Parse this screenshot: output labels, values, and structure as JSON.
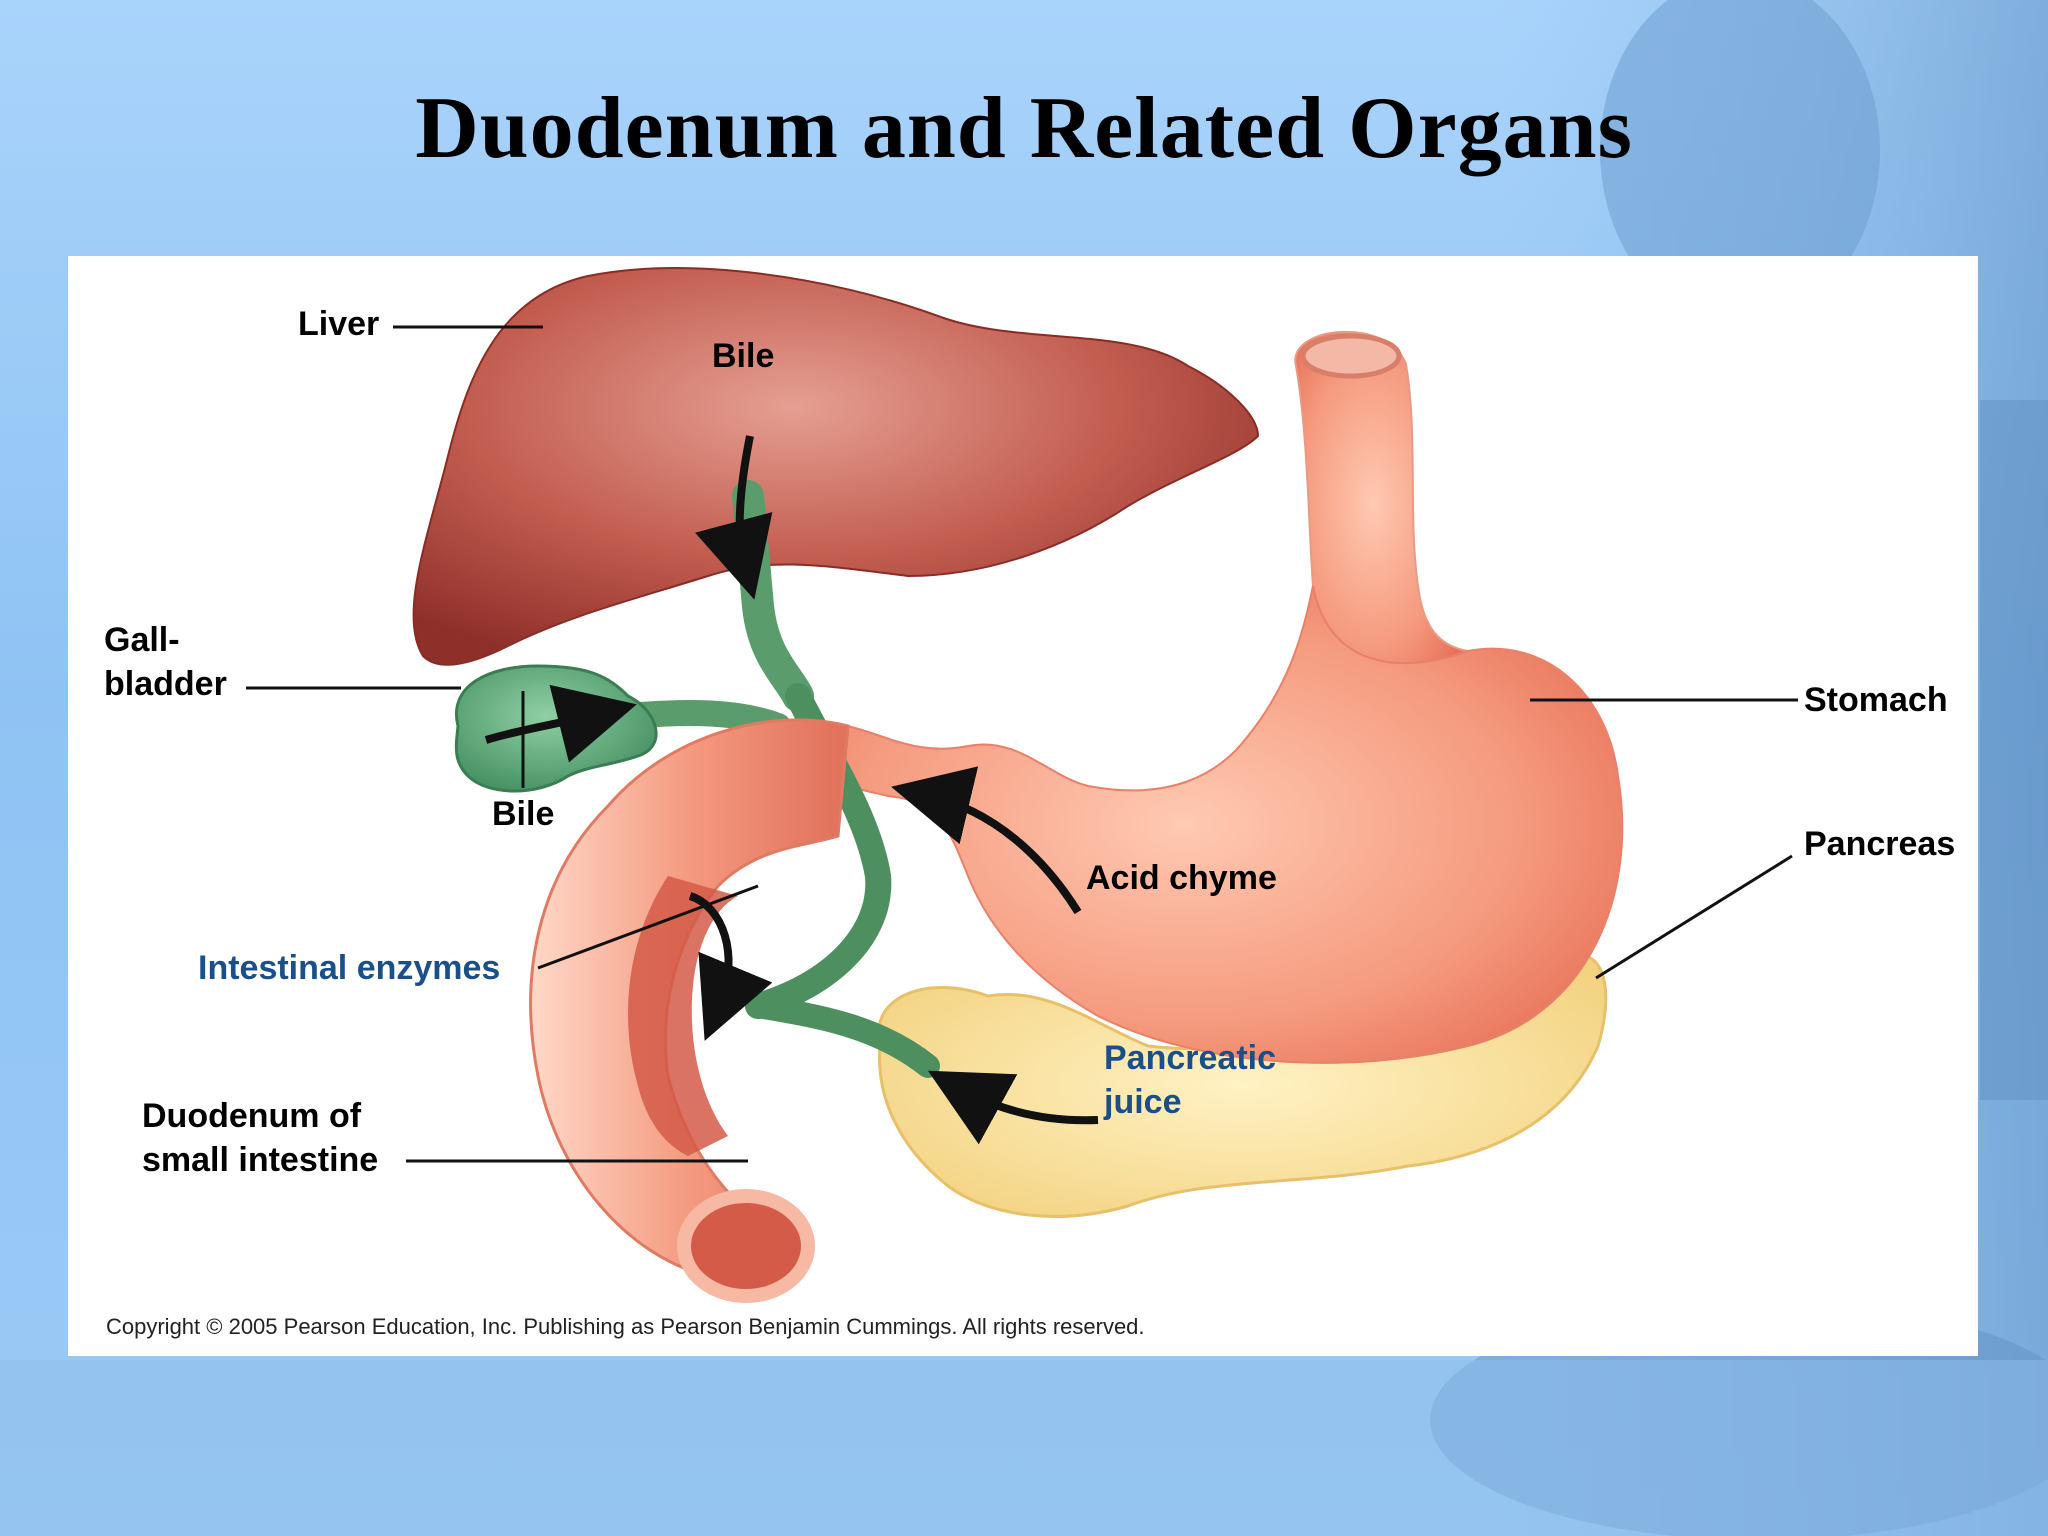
{
  "slide": {
    "title": "Duodenum and Related Organs"
  },
  "figure": {
    "labels": {
      "liver": "Liver",
      "bile_top": "Bile",
      "gallbladder_line1": "Gall-",
      "gallbladder_line2": "bladder",
      "bile_bottom": "Bile",
      "stomach": "Stomach",
      "pancreas": "Pancreas",
      "acid_chyme": "Acid chyme",
      "intestinal_enzymes": "Intestinal enzymes",
      "pancreatic_juice_line1": "Pancreatic",
      "pancreatic_juice_line2": "juice",
      "duodenum_line1": "Duodenum of",
      "duodenum_line2": "small intestine"
    },
    "copyright": "Copyright © 2005 Pearson Education, Inc. Publishing as Pearson Benjamin Cummings. All rights reserved."
  },
  "colors": {
    "background": "#9ccaf6",
    "liver": "#b5483f",
    "gallbladder": "#4c9a6a",
    "stomach": "#f08a6e",
    "pancreas": "#f7d98a",
    "label_blue": "#1b4f8a"
  }
}
